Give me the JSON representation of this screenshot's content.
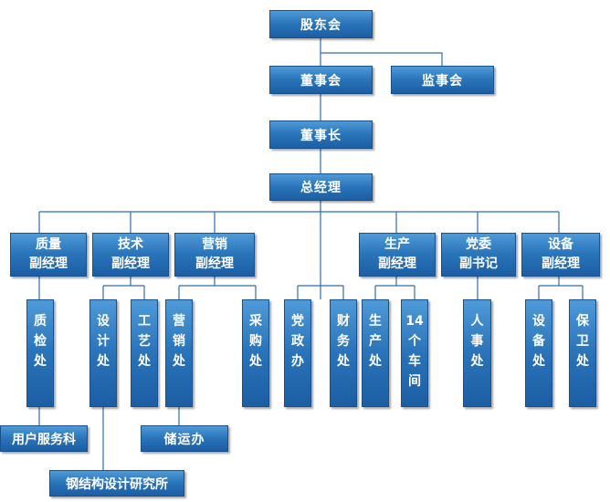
{
  "chart": {
    "shareholders": "股东会",
    "board": "董事会",
    "supervisors": "监事会",
    "chairman": "董事长",
    "general_manager": "总经理",
    "deputies": {
      "quality": [
        "质量",
        "副经理"
      ],
      "technical": [
        "技术",
        "副经理"
      ],
      "marketing": [
        "营销",
        "副经理"
      ],
      "production": [
        "生产",
        "副经理"
      ],
      "party": [
        "党委",
        "副书记"
      ],
      "equipment": [
        "设备",
        "副经理"
      ]
    },
    "departments": {
      "quality_inspection": [
        "质",
        "检",
        "处"
      ],
      "design": [
        "设",
        "计",
        "处"
      ],
      "craft": [
        "工",
        "艺",
        "处"
      ],
      "marketing_office": [
        "营",
        "销",
        "处"
      ],
      "purchasing": [
        "采",
        "购",
        "处"
      ],
      "party_office": [
        "党",
        "政",
        "办"
      ],
      "finance": [
        "财",
        "务",
        "处"
      ],
      "production_office": [
        "生",
        "产",
        "处"
      ],
      "workshops": [
        "14",
        "个",
        "车",
        "间"
      ],
      "personnel": [
        "人",
        "事",
        "处"
      ],
      "equipment_office": [
        "设",
        "备",
        "处"
      ],
      "security": [
        "保",
        "卫",
        "处"
      ]
    },
    "sub_units": {
      "user_service": "用户服务科",
      "storage_transport": "储运办",
      "steel_research": "钢结构设计研究所"
    }
  }
}
